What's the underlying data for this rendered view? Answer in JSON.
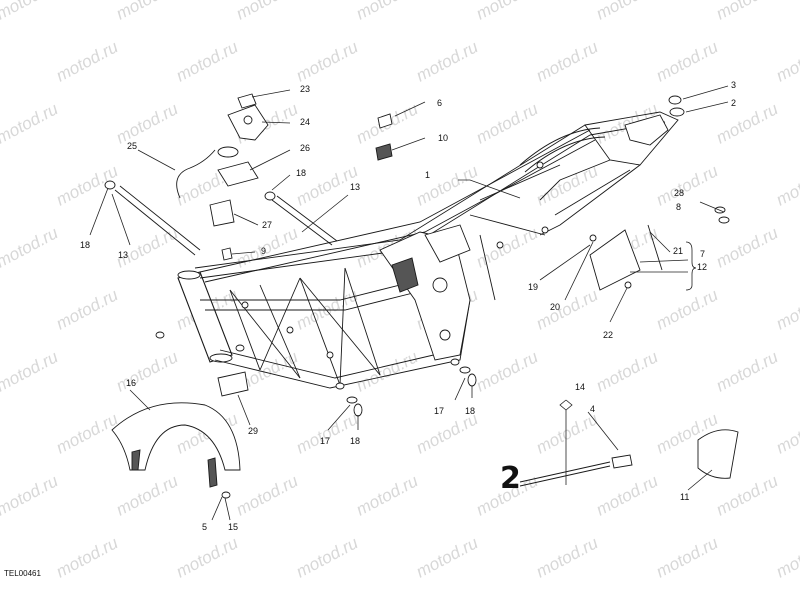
{
  "watermark_text": "motod.ru",
  "drawing_code": "TEL00461",
  "handwritten_mark": "2",
  "callouts": [
    "1",
    "2",
    "3",
    "4",
    "5",
    "6",
    "7",
    "8",
    "9",
    "10",
    "11",
    "12",
    "13",
    "13",
    "14",
    "15",
    "16",
    "17",
    "17",
    "18",
    "18",
    "18",
    "18",
    "19",
    "20",
    "21",
    "22",
    "23",
    "24",
    "25",
    "26",
    "27",
    "28",
    "29"
  ]
}
